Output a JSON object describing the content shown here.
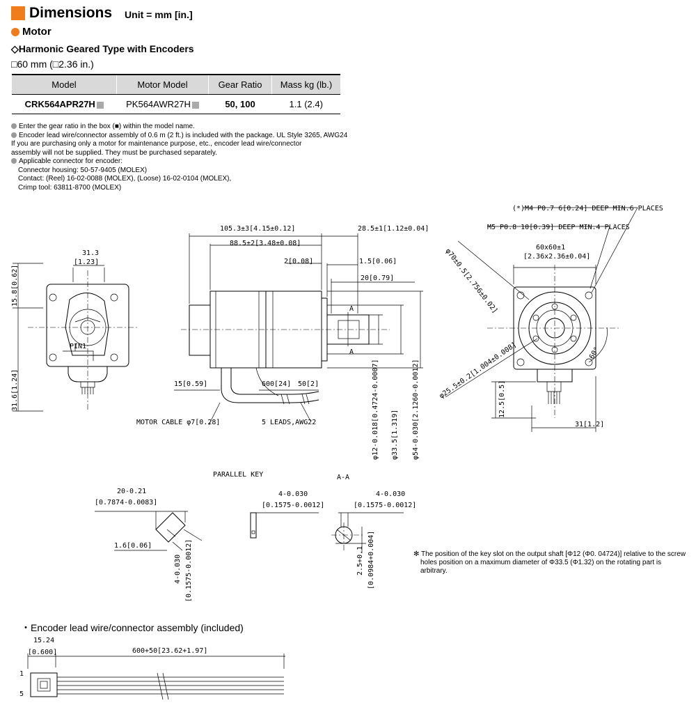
{
  "header": {
    "title": "Dimensions",
    "unit": "Unit = mm [in.]"
  },
  "section": "Motor",
  "type_title": "◇Harmonic Geared Type with Encoders",
  "frame_size": "□60 mm (□2.36 in.)",
  "table": {
    "headers": [
      "Model",
      "Motor Model",
      "Gear Ratio",
      "Mass kg (lb.)"
    ],
    "row": {
      "model": "CRK564APR27H",
      "motor_model": "PK564AWR27H",
      "gear_ratio": "50, 100",
      "mass": "1.1 (2.4)"
    }
  },
  "notes": {
    "n1": "Enter the gear ratio in the box (■) within the model name.",
    "n2a": "Encoder lead wire/connector assembly of 0.6 m (2 ft.) is included with the package. UL Style 3265, AWG24",
    "n2b": "If you are purchasing only a motor for maintenance purpose, etc., encoder lead wire/connector",
    "n2c": "assembly will not be supplied. They must be purchased separately.",
    "n3": "Applicable connector for encoder:",
    "n3a": "Connector housing: 50-57-9405 (MOLEX)",
    "n3b": "Contact: (Reel) 16-02-0088 (MOLEX), (Loose) 16-02-0104 (MOLEX),",
    "n3c": "Crimp tool: 63811-8700 (MOLEX)"
  },
  "asterisk_note": {
    "line1": "✻ The position of the key slot on the output shaft [Φ12 (Φ0. 04724)] relative to the screw",
    "line2": "holes position on a maximum diameter of Φ33.5 (Φ1.32) on the rotating part is arbitrary."
  },
  "encoder_title": "・Encoder lead wire/connector assembly (included)",
  "dims": {
    "d31_3": "31.3",
    "d1_23": "[1.23]",
    "d15_8": "15.8[0.62]",
    "d31_6": "31.6[1.24]",
    "pin1": "PIN1",
    "d105": "105.3±3[4.15±0.12]",
    "d88": "88.5±2[3.48±0.08]",
    "d28": "28.5±1[1.12±0.04]",
    "d2": "2[0.08]",
    "d1_5": "1.5[0.06]",
    "d20": "20[0.79]",
    "a": "A",
    "d15": "15[0.59]",
    "d600": "600[24]",
    "d50": "50[2]",
    "cable": "MOTOR CABLE φ7[0.28]",
    "leads": "5 LEADS,AWG22",
    "phi12": "φ12-0.018[0.4724-0.0007]",
    "phi33": "φ33.5[1.319]",
    "phi54": "φ54-0.030[2.1260-0.0012]",
    "m4": "(*)M4 P0.7 6[0.24] DEEP MIN.6 PLACES",
    "m5": "M5 P0.8 10[0.39] DEEP MIN.4 PLACES",
    "d60": "60x60±1",
    "d2_36": "[2.36x2.36±0.04]",
    "phi70": "φ70±0.5[2.756±0.02]",
    "d60deg": "60°",
    "phi25": "φ25.5±0.2[1.004±0.008]",
    "d12_5": "12.5[0.5]",
    "d31": "31[1.2]",
    "parallel_key": "PARALLEL KEY",
    "aa": "A-A",
    "k20": "20-0.21",
    "k0787": "[0.7874-0.0083]",
    "k1_6": "1.6[0.06]",
    "k4v": "4-0.030",
    "k0157v": "[0.1575-0.0012]",
    "k4a": "4-0.030",
    "k0157a": "[0.1575-0.0012]",
    "k4b": "4-0.030",
    "k0157b": "[0.1575-0.0012]",
    "k2_5": "2.5+0.1",
    "k0098": "[0.0984+0.004]",
    "e15": "15.24",
    "e0600": "[0.600]",
    "e600": "600+50[23.62+1.97]",
    "e1": "1",
    "e5": "5"
  }
}
